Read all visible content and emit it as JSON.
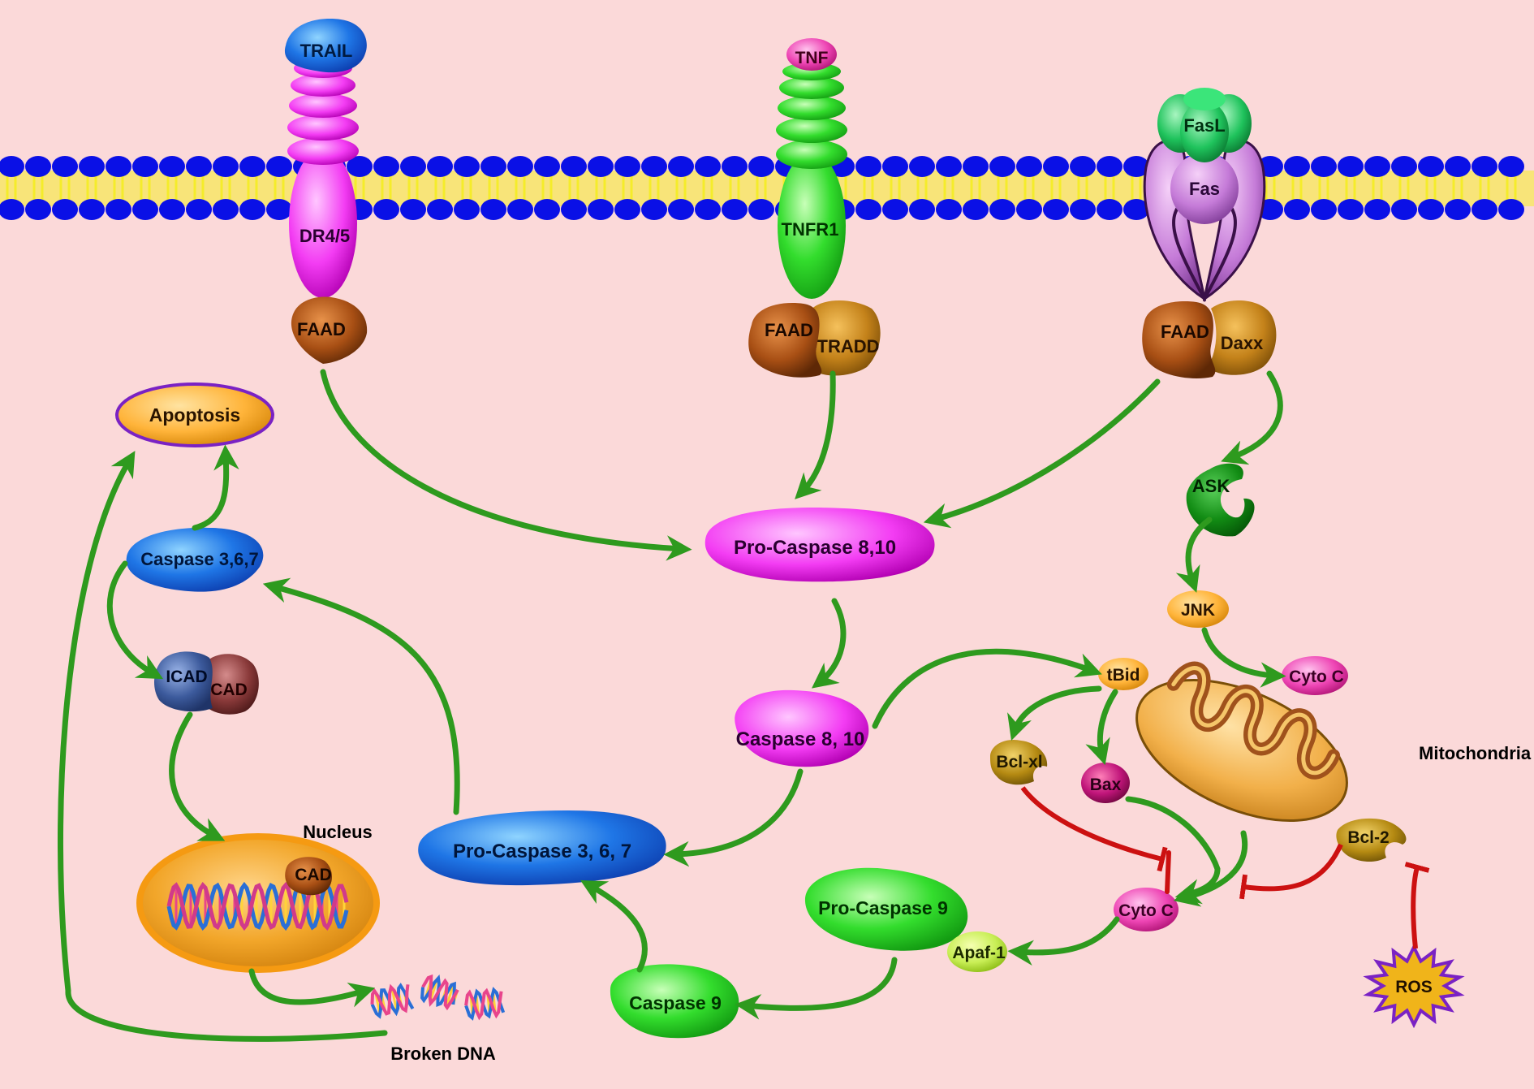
{
  "ligands": {
    "trail": "TRAIL",
    "tnf": "TNF",
    "fasl": "FasL"
  },
  "receptors": {
    "dr45": "DR4/5",
    "tnfr1": "TNFR1",
    "fas": "Fas"
  },
  "adaptors": {
    "faad_1": "FAAD",
    "faad_2": "FAAD",
    "tradd": "TRADD",
    "faad_3": "FAAD",
    "daxx": "Daxx"
  },
  "kinases": {
    "ask": "ASK",
    "jnk": "JNK"
  },
  "caspases": {
    "pro_caspase_8_10": "Pro-Caspase 8,10",
    "caspase_8_10": "Caspase 8, 10",
    "pro_caspase_3_6_7": "Pro-Caspase 3, 6, 7",
    "caspase_3_6_7": "Caspase 3,6,7",
    "pro_caspase_9": "Pro-Caspase 9",
    "caspase_9": "Caspase 9"
  },
  "mito": {
    "tbid": "tBid",
    "cyto_c_top": "Cyto C",
    "mitochondria": "Mitochondria",
    "bcl_xl": "Bcl-xl",
    "bax": "Bax",
    "bcl_2": "Bcl-2",
    "cyto_c_bottom": "Cyto C",
    "apaf_1": "Apaf-1",
    "ros": "ROS"
  },
  "nucleus_group": {
    "icad": "ICAD",
    "cad": "CAD",
    "nucleus": "Nucleus",
    "cad_nucleus": "CAD",
    "broken_dna": "Broken DNA",
    "apoptosis": "Apoptosis"
  },
  "colors": {
    "background": "#fbd9d9",
    "activation_arrow": "#2e9a1e",
    "inhibition": "#cc1111",
    "membrane_head": "#0a10e6",
    "membrane_tail": "#f5ec2a"
  }
}
